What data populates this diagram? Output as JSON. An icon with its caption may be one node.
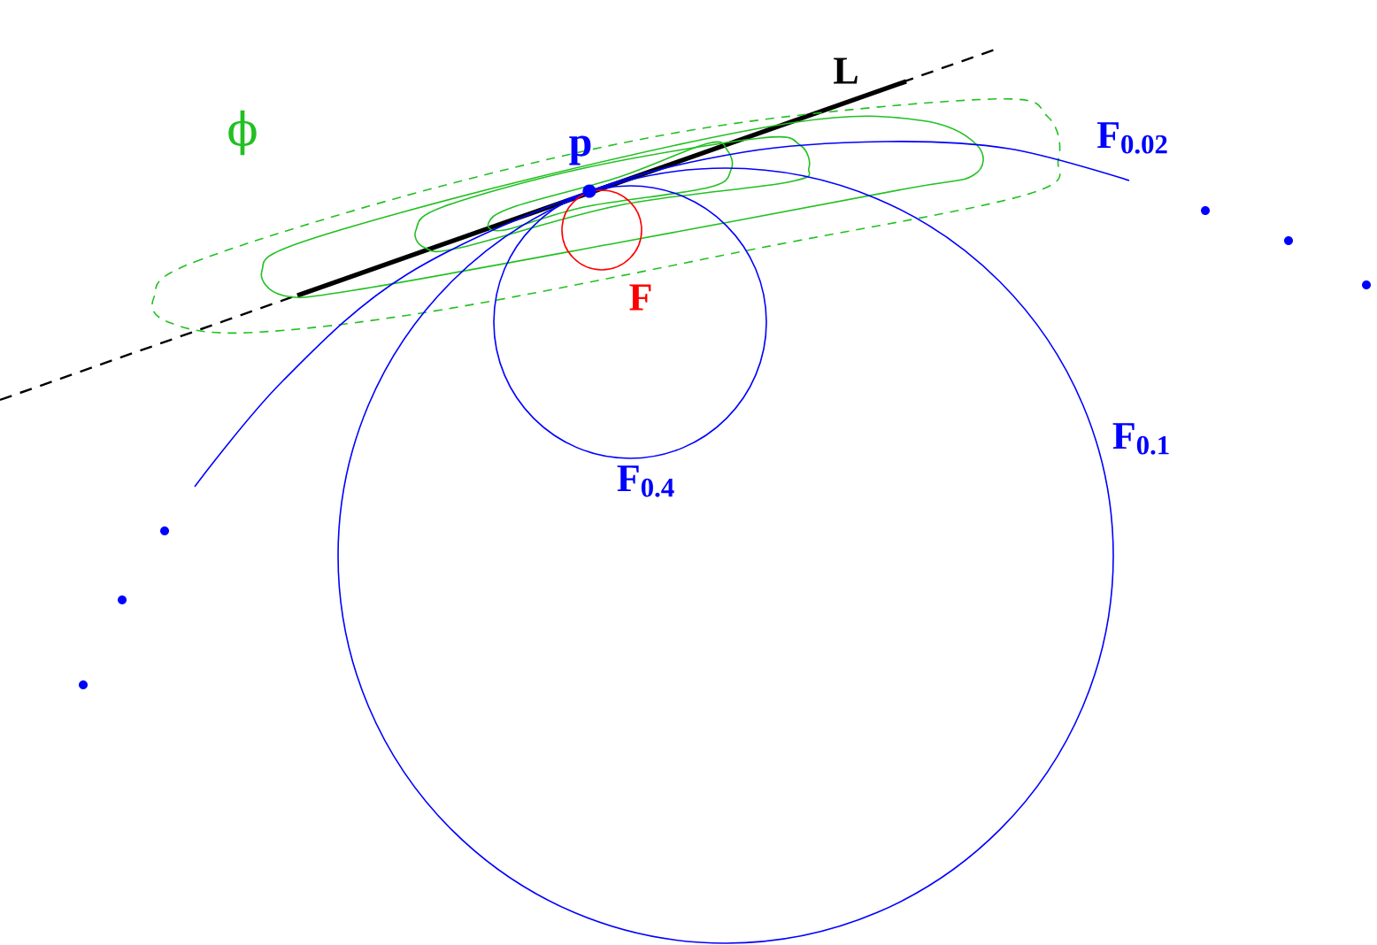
{
  "diagram": {
    "labels": [
      "ϕ",
      "L",
      "p",
      "F$_{0.02}$",
      "F",
      "F$_{0.4}$",
      "F$_{0.1}$"
    ]
  }
}
